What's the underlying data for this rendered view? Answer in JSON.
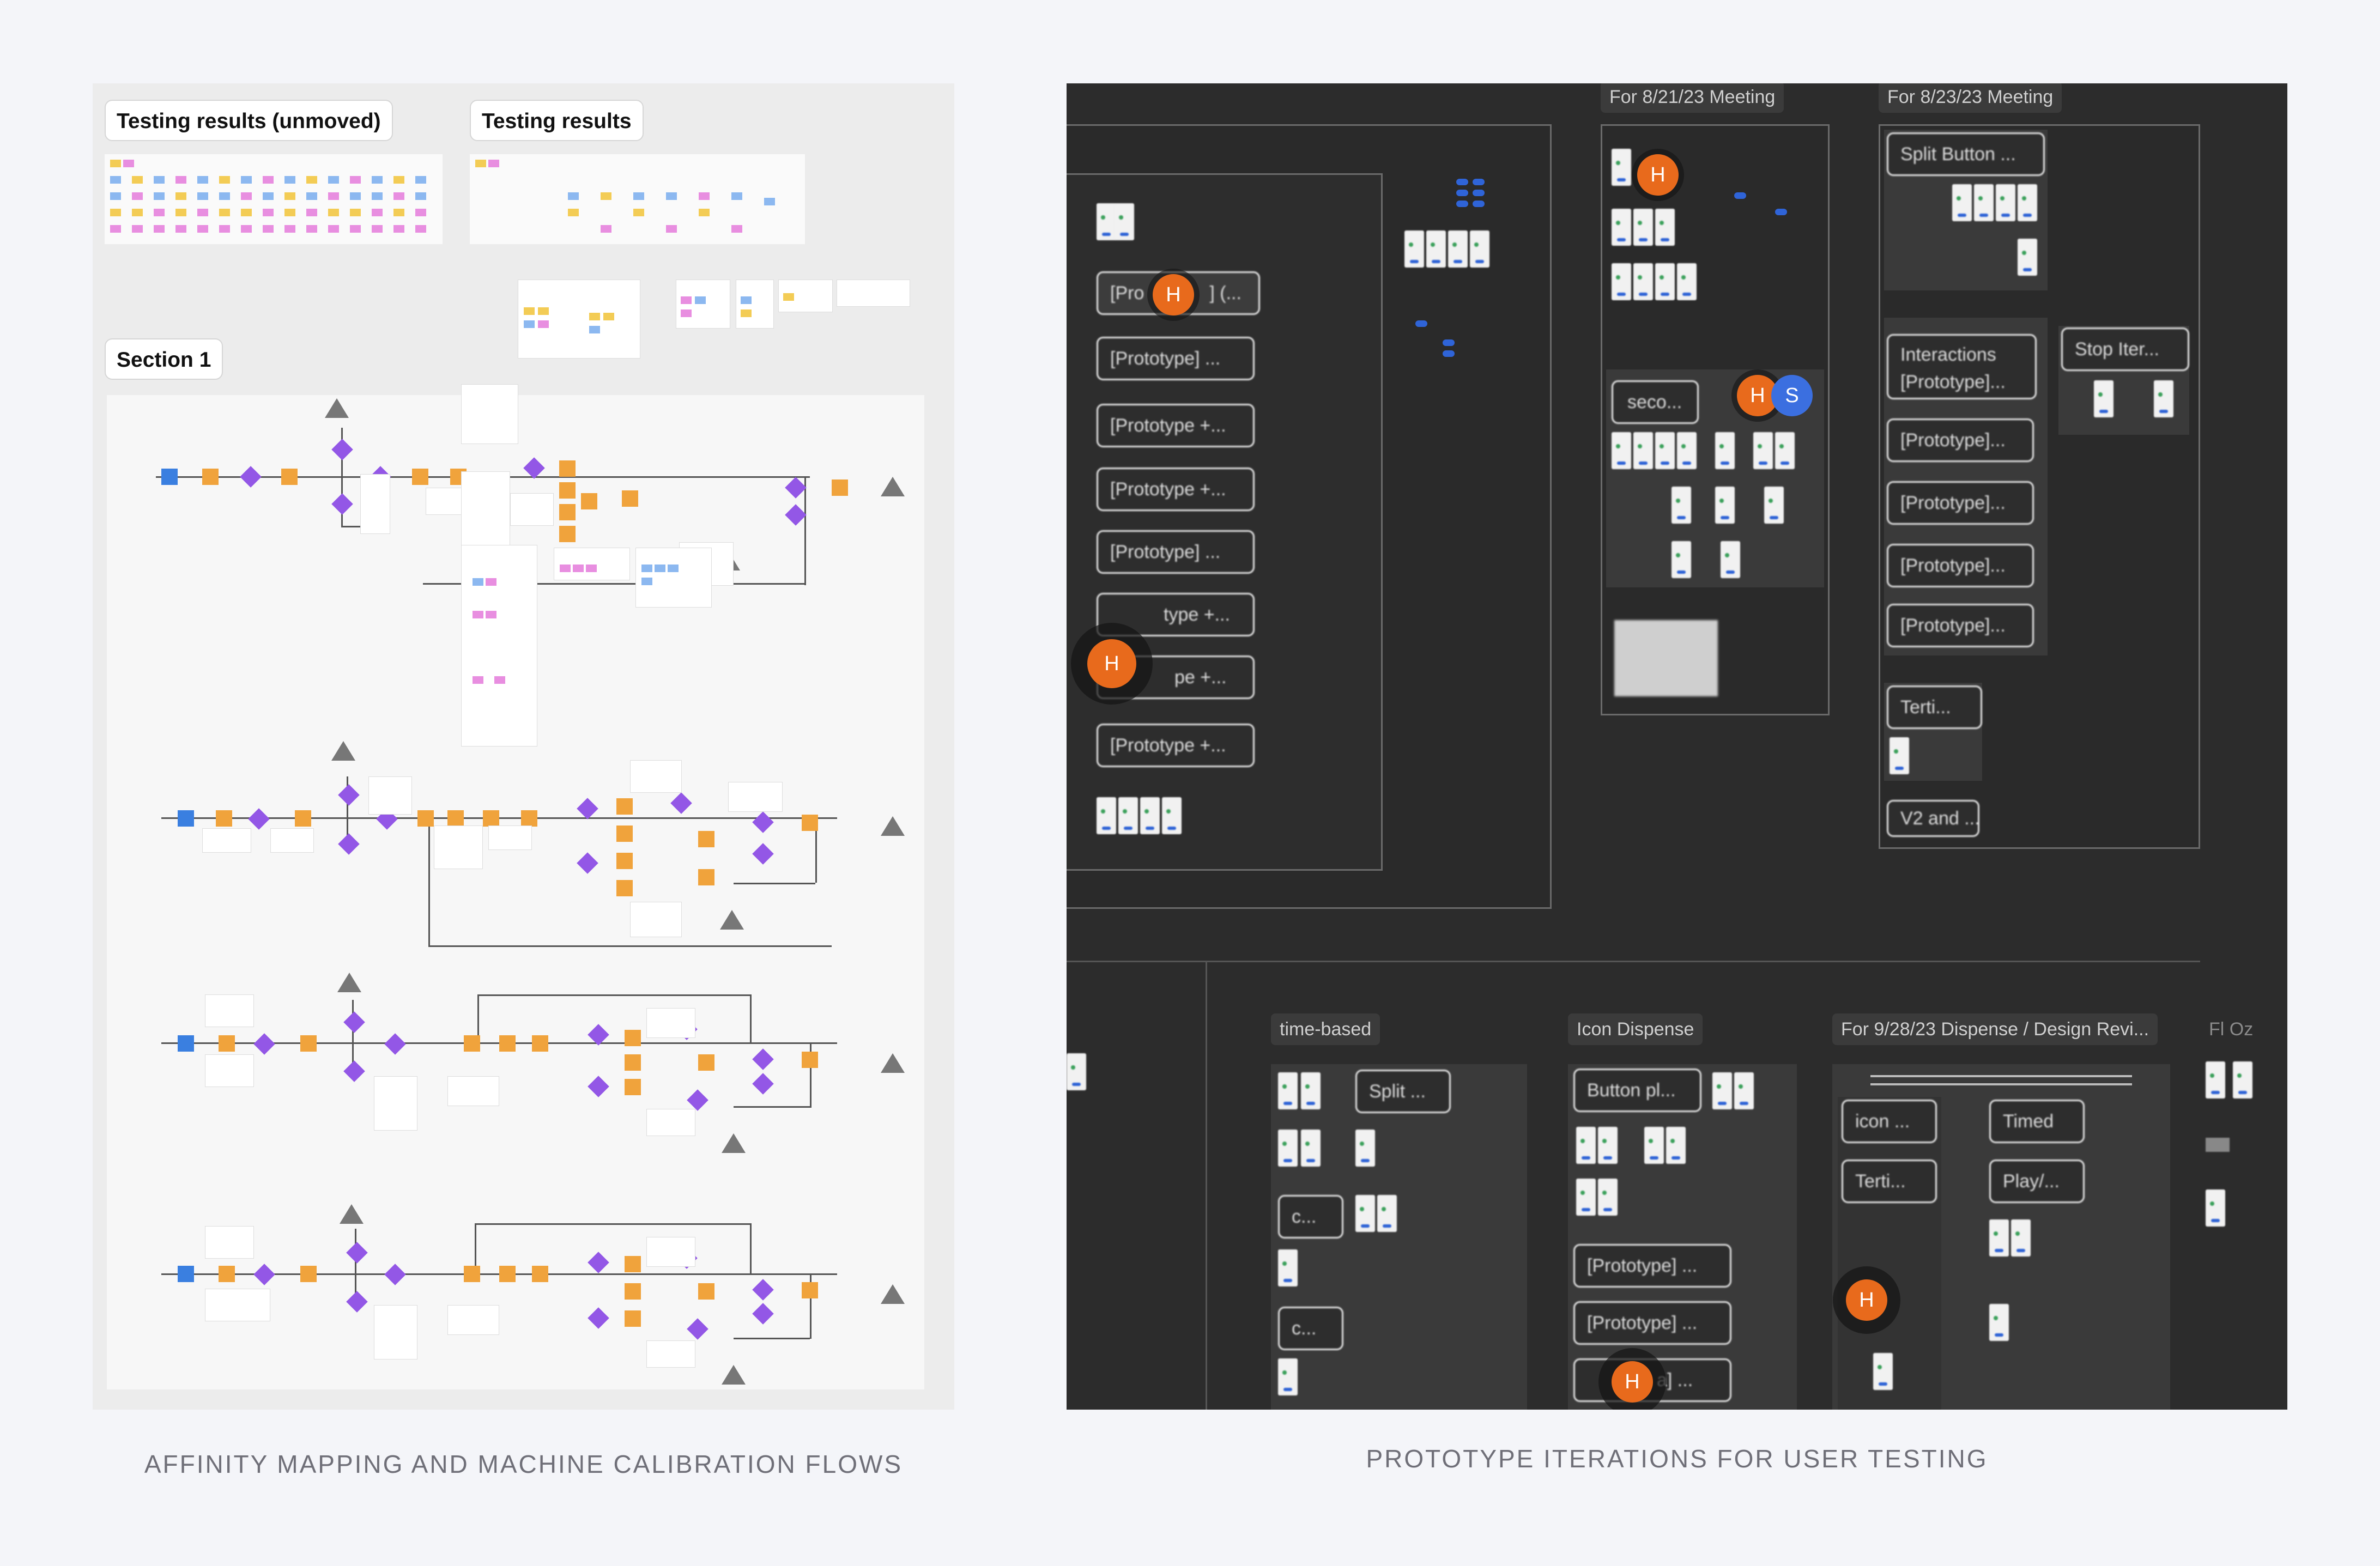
{
  "left_panel": {
    "caption": "AFFINITY MAPPING AND MACHINE CALIBRATION FLOWS",
    "labels": {
      "testing_unmoved": "Testing results (unmoved)",
      "testing_results": "Testing results",
      "section1": "Section 1"
    }
  },
  "right_panel": {
    "caption": "PROTOTYPE ITERATIONS FOR USER TESTING",
    "sections": {
      "meeting_821": "For 8/21/23 Meeting",
      "meeting_823": "For 8/23/23 Meeting",
      "time_based": "time-based",
      "icon_dispense": "Icon Dispense",
      "dispense_review": "For 9/28/23 Dispense / Design Revi...",
      "fl_oz": "Fl Oz"
    },
    "cards": {
      "proto_a": "[Pro",
      "proto_a_tail": "] (...",
      "proto_dots": "[Prototype] ...",
      "proto_plus": "[Prototype +...",
      "proto_type_plus": "type +...",
      "proto_pe_plus": "pe +...",
      "seco": "seco...",
      "split_button": "Split Button ...",
      "interactions": "Interactions",
      "proto_short": "[Prototype]...",
      "stop_iter": "Stop Iter...",
      "terti": "Terti...",
      "v2_and": "V2 and ...",
      "split": "Split ...",
      "c_short": "c...",
      "button_pl": "Button pl...",
      "icon_short": "icon ...",
      "timed": "Timed",
      "play": "Play/...",
      "proto_a_end": "a] ...",
      "proto_cut": "[Prototype] ..."
    },
    "avatars": {
      "h": "H",
      "s": "S"
    },
    "colors": {
      "avatar_orange": "#e86a1c",
      "avatar_blue": "#3b6fe0"
    }
  }
}
